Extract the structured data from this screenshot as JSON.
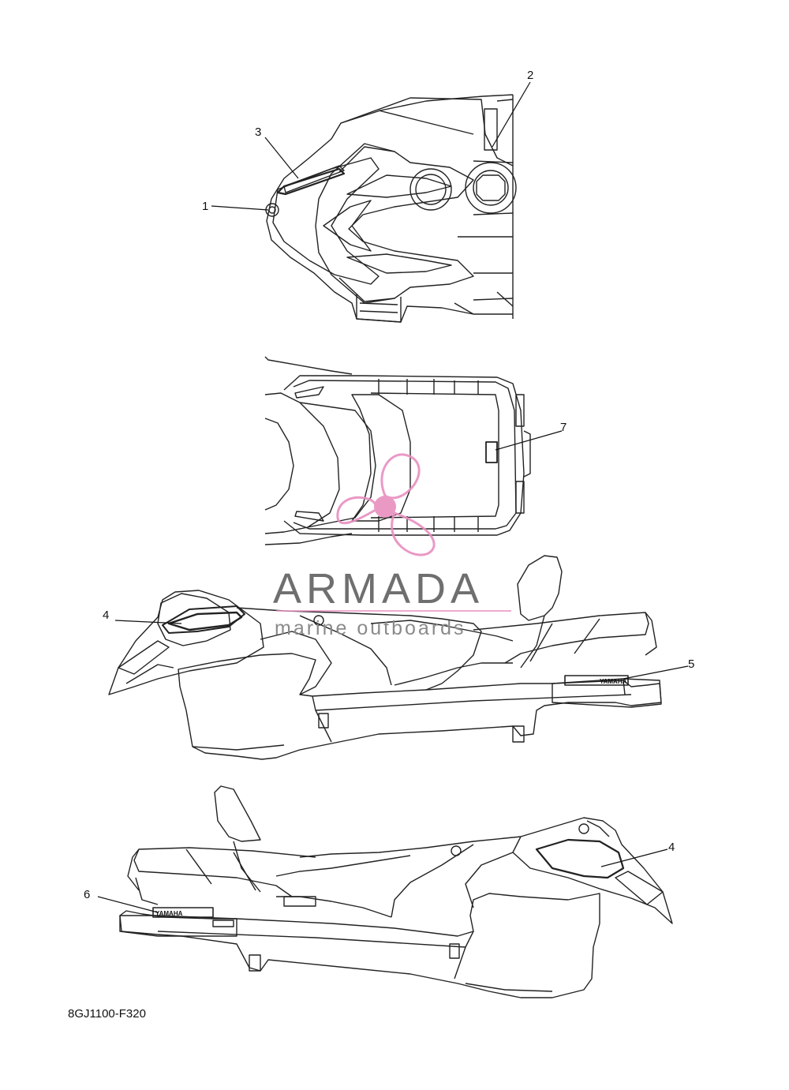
{
  "figure_code": "8GJ1100-F320",
  "callouts": [
    "1",
    "2",
    "3",
    "4",
    "5",
    "6",
    "7",
    "4"
  ],
  "decals": {
    "brand": "YAMAHA"
  },
  "watermark": {
    "name": "ARMADA",
    "tagline": "marine outboards",
    "logo_icon": "propeller-logo-icon",
    "logo_color": "#e88fbf",
    "text_color": "#6f6f6f"
  },
  "line_color": "#222222"
}
